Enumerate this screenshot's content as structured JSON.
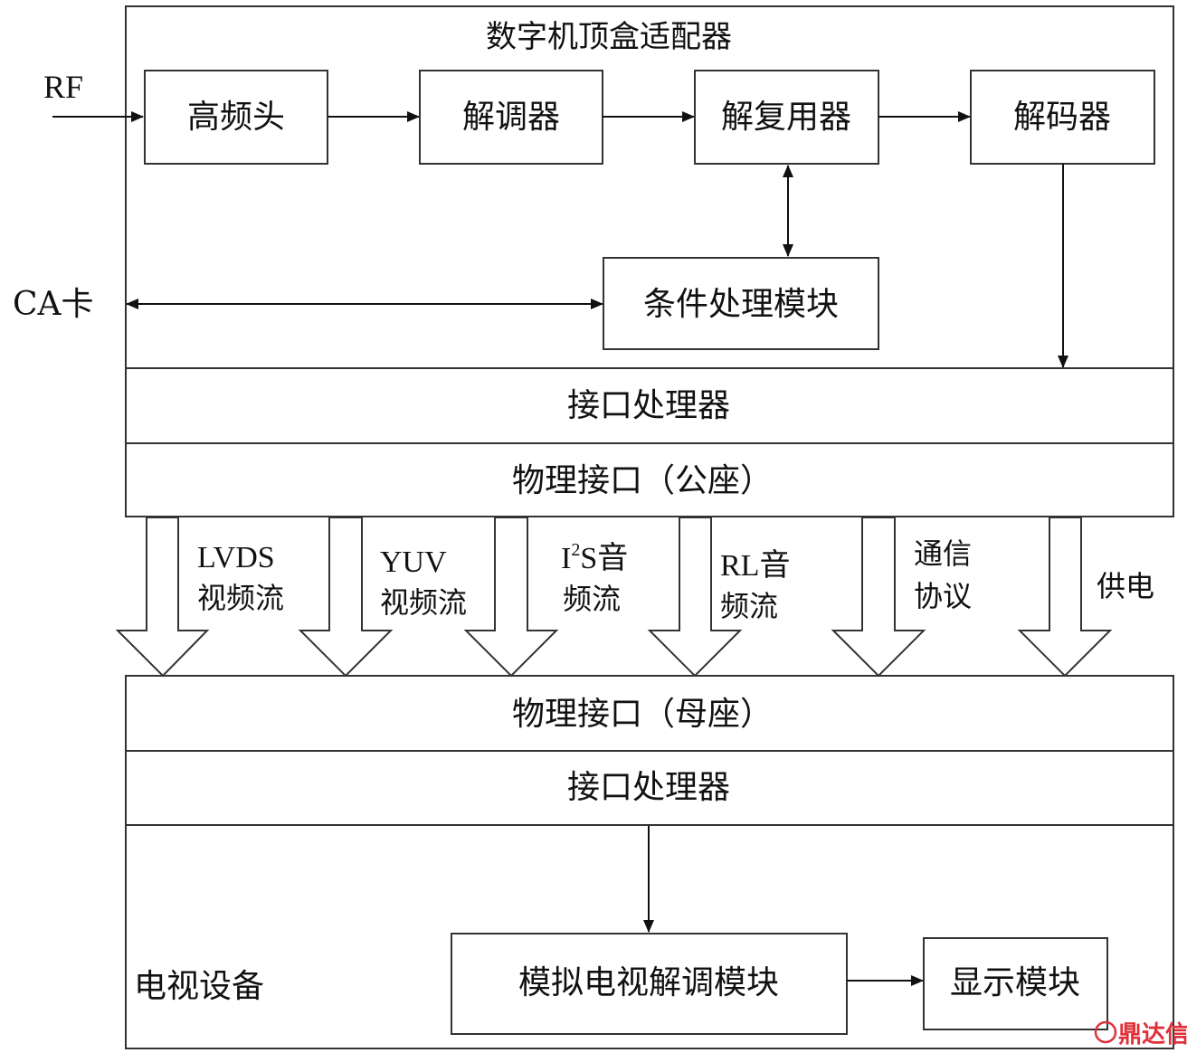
{
  "adapter": {
    "title": "数字机顶盒适配器",
    "input_rf": "RF",
    "ca_card": "CA卡",
    "blocks": {
      "tuner": "高频头",
      "demodulator": "解调器",
      "demultiplexer": "解复用器",
      "decoder": "解码器",
      "conditional_access": "条件处理模块"
    },
    "interface_processor": "接口处理器",
    "physical_interface": "物理接口（公座）"
  },
  "signals": [
    {
      "line1": "LVDS",
      "line2": "视频流"
    },
    {
      "line1": "YUV",
      "line2": "视频流"
    },
    {
      "line1_base": "I",
      "line1_sup": "2",
      "line1_rest": "S音",
      "line2": "频流"
    },
    {
      "line1": "RL音",
      "line2": "频流"
    },
    {
      "line1": "通信",
      "line2": "协议"
    },
    {
      "line1": "供电"
    }
  ],
  "tv": {
    "physical_interface": "物理接口（母座）",
    "interface_processor": "接口处理器",
    "label": "电视设备",
    "analog_demod": "模拟电视解调模块",
    "display": "显示模块"
  },
  "watermark": {
    "text": "鼎达信",
    "icon_glyph": "⊙",
    "color": "#e0303a"
  }
}
